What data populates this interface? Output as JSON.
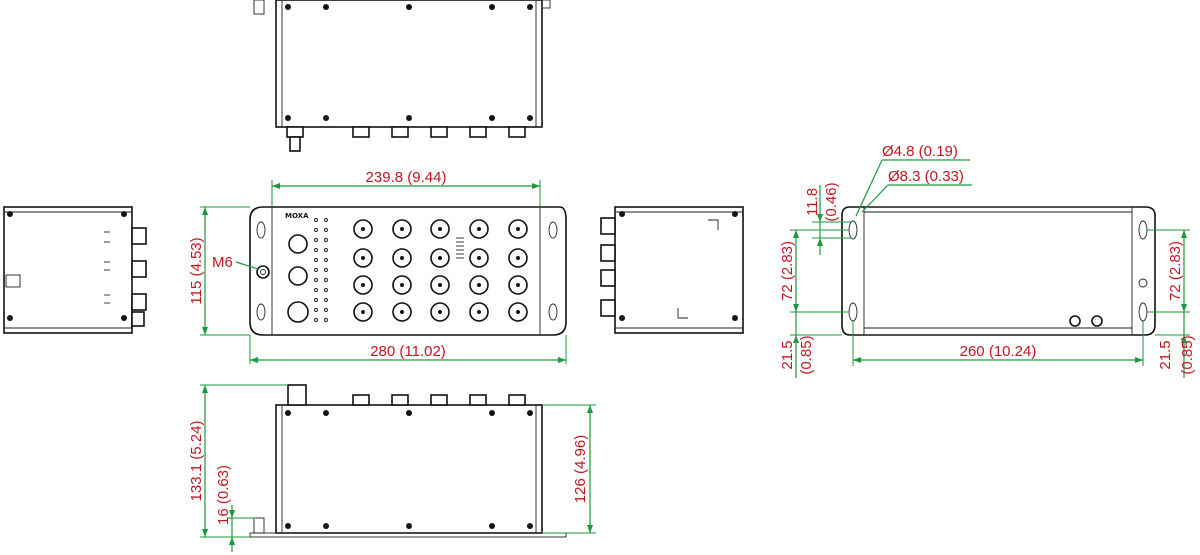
{
  "dimensions": {
    "top_width": "239.8 (9.44)",
    "overall_width": "280 (11.02)",
    "height_front": "115 (4.53)",
    "ground_screw": "M6",
    "depth_total": "133.1 (5.24)",
    "depth_base": "16 (0.63)",
    "depth_body": "126 (4.96)",
    "hole_small": "Ø4.8 (0.19)",
    "hole_large": "Ø8.3 (0.33)",
    "slot_offset": "11.8",
    "slot_offset_in": "(0.46)",
    "hole_pitch_left": "72 (2.83)",
    "hole_pitch_right": "72 (2.83)",
    "bottom_left_mm": "21.5",
    "bottom_left_in": "(0.85)",
    "bottom_right_mm": "21.5",
    "bottom_right_in": "(0.85)",
    "mount_width": "260 (10.24)"
  },
  "front_panel": {
    "brand": "MOXA"
  },
  "colors": {
    "dimension_line": "#1a9a3a",
    "dimension_text": "#c0171f",
    "outline": "#111111"
  }
}
